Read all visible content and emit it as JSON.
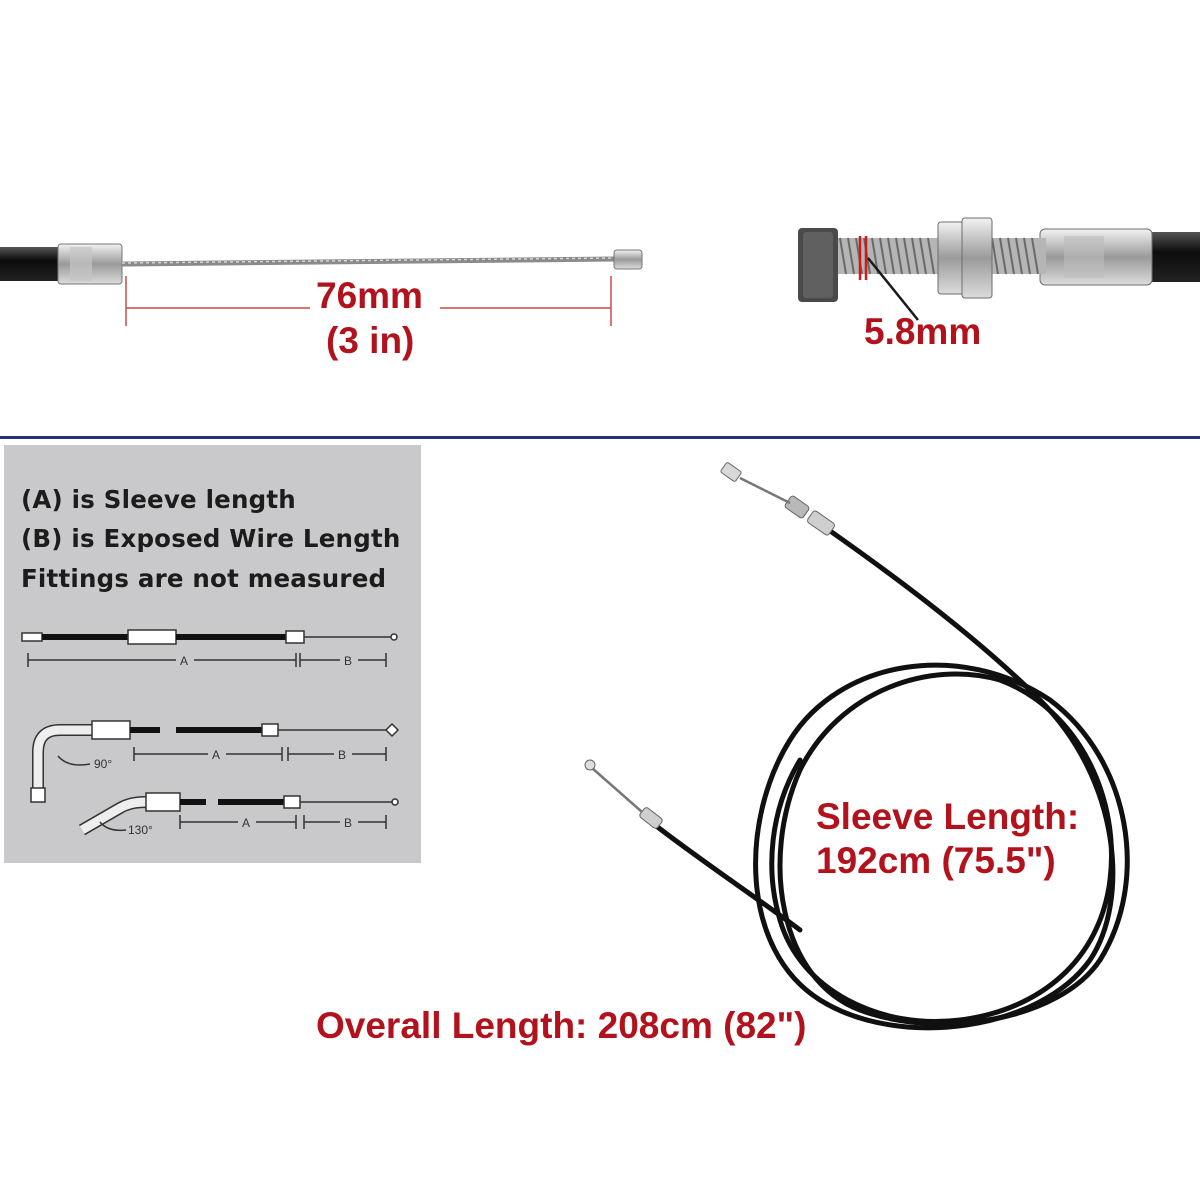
{
  "colors": {
    "label_red": "#b2121c",
    "divider_blue": "#2a2f7a",
    "panel_gray": "#c9c9cb",
    "cable_black": "#101010"
  },
  "top_left": {
    "length_mm": "76mm",
    "length_in": "(3 in)"
  },
  "top_right": {
    "thread_diameter": "5.8mm"
  },
  "legend": {
    "line1": "(A) is Sleeve length",
    "line2": "(B) is Exposed Wire Length",
    "line3": "Fittings are not measured",
    "straight_label_a": "A",
    "straight_label_b": "B",
    "bend90_angle": "90°",
    "bend90_label_a": "A",
    "bend90_label_b": "B",
    "bend130_angle": "130°",
    "bend130_label_a": "A",
    "bend130_label_b": "B"
  },
  "main": {
    "sleeve_length_title": "Sleeve Length:",
    "sleeve_length_value": "192cm (75.5\")",
    "overall_length": "Overall Length: 208cm (82\")"
  },
  "icons": {
    "top_left": "cable-end-exposed-wire-icon",
    "top_right": "threaded-adjuster-fitting-icon",
    "main": "coiled-throttle-cable-icon"
  }
}
